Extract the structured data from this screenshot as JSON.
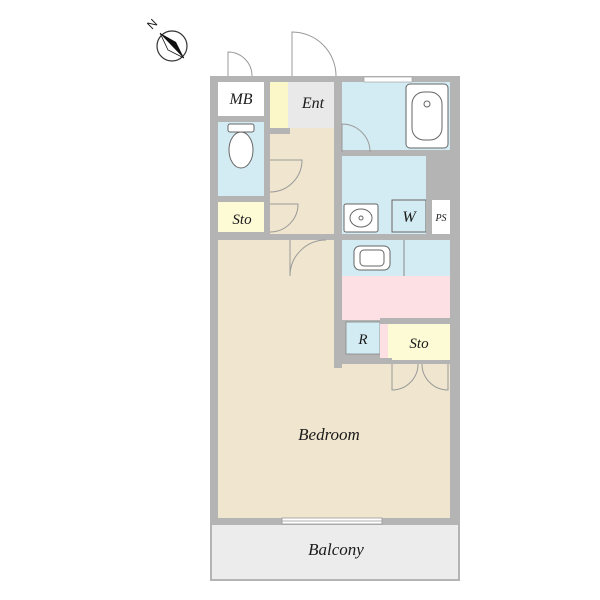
{
  "compass": {
    "label": "N",
    "icon": "north-arrow-icon"
  },
  "rooms": {
    "meter_box": "MB",
    "entrance": "Ent",
    "storage_hall": "Sto",
    "washer": "W",
    "pipe_space": "PS",
    "refrigerator": "R",
    "storage_closet": "Sto",
    "bedroom": "Bedroom",
    "balcony": "Balcony"
  },
  "colors": {
    "wall": "#b4b4b4",
    "living_floor": "#f0e6cf",
    "wet_area": "#d3ebf2",
    "kitchen_floor": "#fde0e4",
    "storage": "#fdfbd6",
    "entrance": "#e9e9e9",
    "step_strip": "#fbf7c9",
    "balcony": "#ececec",
    "door_arc": "#999999"
  },
  "icons": [
    "toilet-icon",
    "bathtub-icon",
    "washbasin-icon",
    "kitchen-sink-icon",
    "door-swing-icon",
    "sliding-window-icon"
  ]
}
